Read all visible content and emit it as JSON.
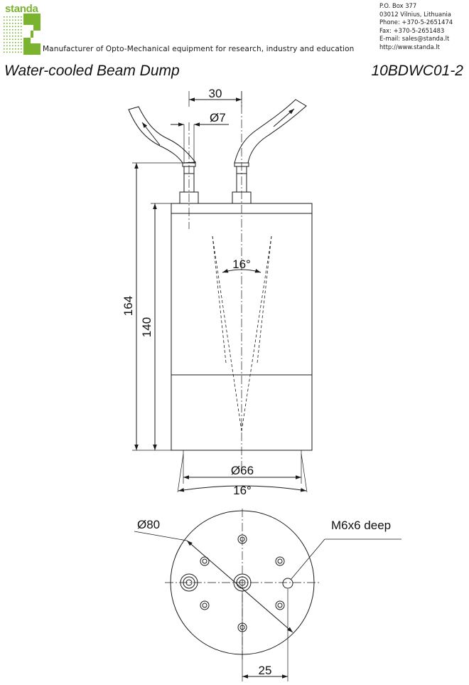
{
  "header": {
    "logo_text": "standa",
    "tagline": "Manufacturer of Opto-Mechanical equipment for research, industry and education",
    "contact": [
      "P.O. Box 377",
      "03012 Vilnius, Lithuania",
      "Phone: +370-5-2651474",
      "Fax: +370-5-2651483",
      "E-mail: sales@standa.lt",
      "http://www.standa.lt"
    ]
  },
  "title": {
    "product_name": "Water-cooled Beam Dump",
    "model": "10BDWC01-2"
  },
  "dimensions": {
    "fitting_spacing": "30",
    "tube_diameter": "Ø7",
    "total_height": "164",
    "body_height": "140",
    "cone_angle_top": "16°",
    "body_diameter_inner": "Ø66",
    "cone_angle_bottom": "16°",
    "outer_diameter": "Ø80",
    "thread_note": "M6x6 deep",
    "hole_offset": "25"
  },
  "colors": {
    "brand_green": "#7ab32e",
    "line": "#1a1a1a",
    "background": "#ffffff"
  }
}
